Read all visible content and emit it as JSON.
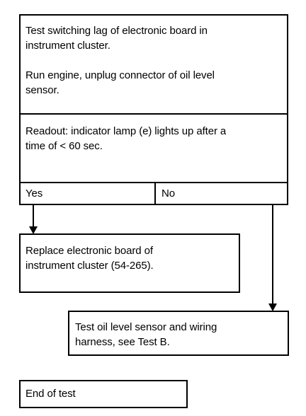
{
  "flowchart": {
    "instruction": {
      "line1": "Test switching lag of electronic board in",
      "line2": "instrument cluster.",
      "line3": "Run engine, unplug connector of oil level",
      "line4": "sensor."
    },
    "readout": {
      "line1": "Readout: indicator lamp (e) lights up after a",
      "line2": "time of < 60 sec."
    },
    "yes_label": "Yes",
    "no_label": "No",
    "yes_action": {
      "line1": "Replace electronic board of",
      "line2": "instrument cluster (54-265)."
    },
    "no_action": {
      "line1": "Test oil level sensor and wiring",
      "line2": "harness, see Test B."
    },
    "end": "End of test"
  }
}
